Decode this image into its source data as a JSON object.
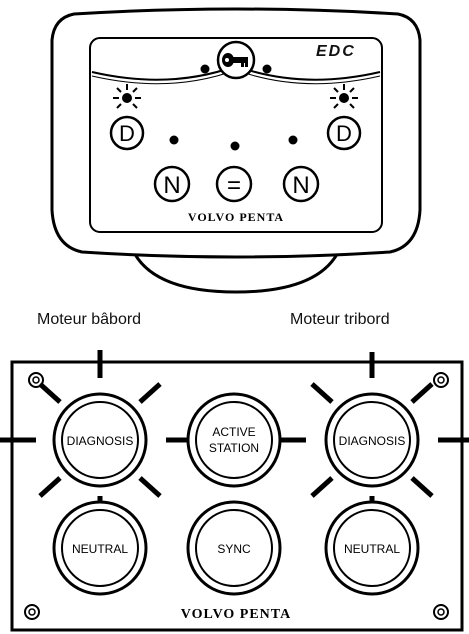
{
  "top_panel": {
    "brand_mark": "EDC",
    "logo": "VOLVO PENTA",
    "left_button": "D",
    "right_button": "D",
    "bottom_buttons": [
      "N",
      "=",
      "N"
    ],
    "key_icon": "key-icon"
  },
  "labels": {
    "port": "Moteur bâbord",
    "starboard": "Moteur tribord"
  },
  "bottom_panel": {
    "logo": "VOLVO PENTA",
    "buttons": {
      "diag_left": "DIAGNOSIS",
      "active_l1": "ACTIVE",
      "active_l2": "STATION",
      "diag_right": "DIAGNOSIS",
      "neutral_left": "NEUTRAL",
      "sync": "SYNC",
      "neutral_right": "NEUTRAL"
    }
  }
}
